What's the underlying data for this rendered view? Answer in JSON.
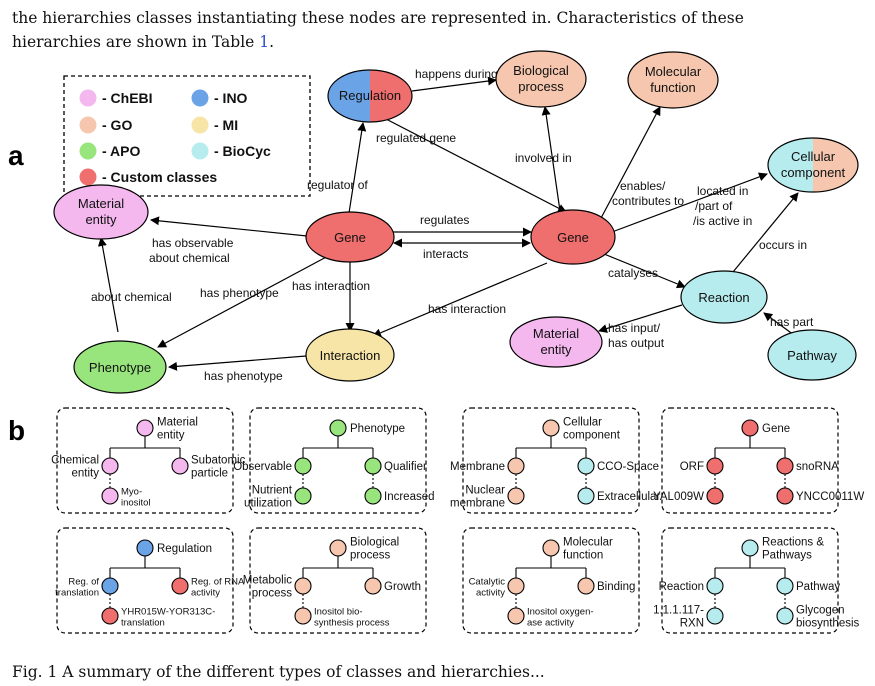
{
  "intro": {
    "line1": "the hierarchies classes instantiating these nodes are represented in. Characteristics of these",
    "line2_pre": "hierarchies are shown in Table ",
    "line2_ref": "1",
    "line2_post": "."
  },
  "caption": "Fig. 1  A summary of the different types of classes and hierarchies...",
  "colors": {
    "chebi": "#f4b8ef",
    "go": "#f6c7ae",
    "apo": "#98e57d",
    "ino": "#6ba4e6",
    "mi": "#f6e5a6",
    "biocyc": "#b7ecef",
    "custom": "#ef6e6e"
  },
  "panel_a": {
    "letter": "a",
    "legend": {
      "chebi": "- ChEBI",
      "go": "- GO",
      "apo": "- APO",
      "ino": "- INO",
      "mi": "- MI",
      "biocyc": "- BioCyc",
      "custom": "- Custom classes"
    },
    "nodes": {
      "regulation": "Regulation",
      "bio_process": [
        "Biological",
        "process"
      ],
      "mol_function": [
        "Molecular",
        "function"
      ],
      "cell_component": [
        "Cellular",
        "component"
      ],
      "material_entity_left": [
        "Material",
        "entity"
      ],
      "gene_left": "Gene",
      "gene_right": "Gene",
      "reaction": "Reaction",
      "interaction": "Interaction",
      "phenotype": "Phenotype",
      "material_entity_right": [
        "Material",
        "entity"
      ],
      "pathway": "Pathway"
    },
    "edges": {
      "happens_during": "happens during",
      "regulated_gene": "regulated gene",
      "involved_in": "involved in",
      "regulator_of": "regulator of",
      "enables": [
        "enables/",
        "contributes to"
      ],
      "located_in": [
        "located in",
        "/part of",
        "/is active in"
      ],
      "regulates": "regulates",
      "interacts": "interacts",
      "has_observable": [
        "has observable",
        "about chemical"
      ],
      "occurs_in": "occurs in",
      "catalyses": "catalyses",
      "about_chemical": "about chemical",
      "has_phenotype_1": "has phenotype",
      "has_interaction_1": "has interaction",
      "has_interaction_2": "has interaction",
      "has_part": "has part",
      "has_input": [
        "has input/",
        "has output"
      ],
      "has_phenotype_2": "has phenotype"
    }
  },
  "panel_b": {
    "letter": "b",
    "trees": [
      {
        "root": [
          "Material",
          "entity"
        ],
        "left": [
          "Chemical",
          "entity"
        ],
        "right": [
          "Subatomic",
          "particle"
        ],
        "leaf": [
          "Myo-",
          "inositol"
        ],
        "leafSide": "left",
        "small": false,
        "rootColor": "chebi",
        "leftColor": "chebi",
        "rightColor": "chebi",
        "leafColor": "chebi"
      },
      {
        "root": [
          "Phenotype"
        ],
        "left": [
          "Observable"
        ],
        "right": [
          "Qualifier"
        ],
        "leaf": [
          "Nutrient",
          "utilization"
        ],
        "leaf2": [
          "Increased"
        ],
        "leafSide": "both",
        "small": false,
        "rootColor": "apo",
        "leftColor": "apo",
        "rightColor": "apo",
        "leafColor": "apo",
        "leaf2Color": "apo"
      },
      {
        "root": [
          "Cellular",
          "component"
        ],
        "left": [
          "Membrane"
        ],
        "right": [
          "CCO-Space"
        ],
        "leaf": [
          "Nuclear",
          "membrane"
        ],
        "leaf2": [
          "Extracellular"
        ],
        "leafSide": "both",
        "small": false,
        "rootColor": "go",
        "leftColor": "go",
        "rightColor": "biocyc",
        "leafColor": "go",
        "leaf2Color": "biocyc"
      },
      {
        "root": [
          "Gene"
        ],
        "left": [
          "ORF"
        ],
        "right": [
          "snoRNA"
        ],
        "leaf": [
          "YAL009W"
        ],
        "leaf2": [
          "YNCC0011W"
        ],
        "leafSide": "both",
        "small": false,
        "rootColor": "custom",
        "leftColor": "custom",
        "rightColor": "custom",
        "leafColor": "custom",
        "leaf2Color": "custom"
      },
      {
        "root": [
          "Regulation"
        ],
        "left": [
          "Reg. of",
          "translation"
        ],
        "right": [
          "Reg. of RNA",
          "activity"
        ],
        "leaf": [
          "YHR015W-YOR313C-",
          "translation"
        ],
        "leafSide": "left",
        "small": true,
        "rootColor": "ino",
        "leftColor": "ino",
        "rightColor": "custom",
        "leafColor": "custom"
      },
      {
        "root": [
          "Biological",
          "process"
        ],
        "left": [
          "Metabolic",
          "process"
        ],
        "right": [
          "Growth"
        ],
        "leaf": [
          "Inositol bio-",
          "synthesis process"
        ],
        "leafSide": "left",
        "small": false,
        "rootColor": "go",
        "leftColor": "go",
        "rightColor": "go",
        "leafColor": "go"
      },
      {
        "root": [
          "Molecular",
          "function"
        ],
        "left": [
          "Catalytic",
          "activity"
        ],
        "right": [
          "Binding"
        ],
        "leaf": [
          "Inositol oxygen-",
          "ase activity"
        ],
        "leafSide": "left",
        "small": true,
        "rootColor": "go",
        "leftColor": "go",
        "rightColor": "go",
        "leafColor": "go"
      },
      {
        "root": [
          "Reactions &",
          "Pathways"
        ],
        "left": [
          "Reaction"
        ],
        "right": [
          "Pathway"
        ],
        "leaf": [
          "1.1.1.117-",
          "RXN"
        ],
        "leaf2": [
          "Glycogen",
          "biosynthesis"
        ],
        "leafSide": "both",
        "small": false,
        "rootColor": "biocyc",
        "leftColor": "biocyc",
        "rightColor": "biocyc",
        "leafColor": "biocyc",
        "leaf2Color": "biocyc"
      }
    ]
  }
}
